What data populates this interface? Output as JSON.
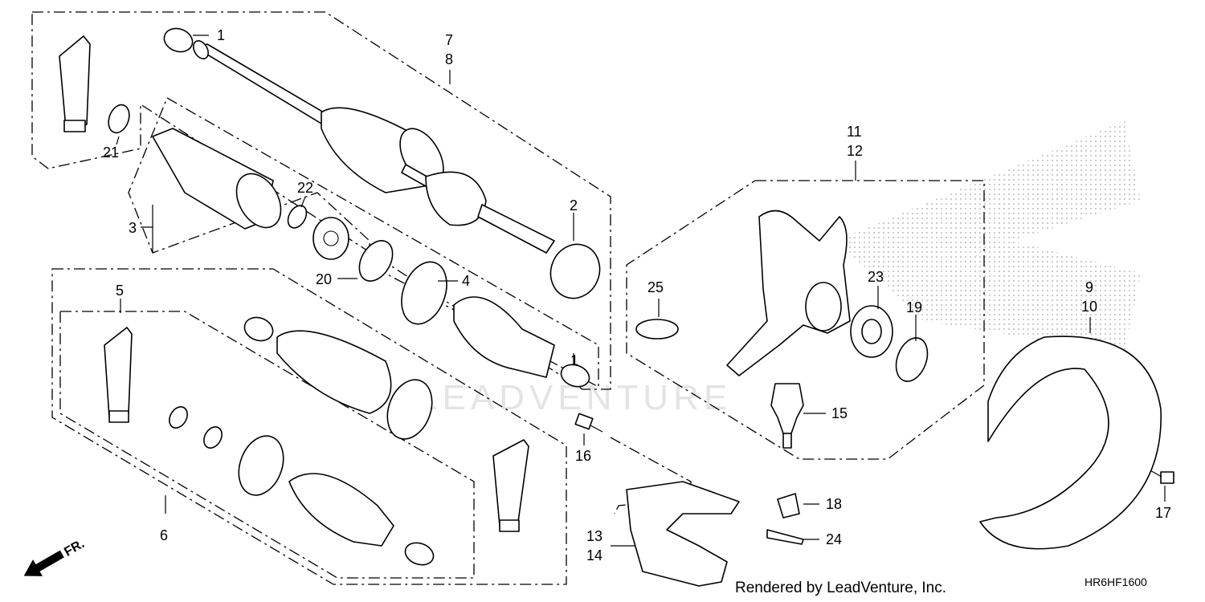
{
  "diagram": {
    "code": "HR6HF1600",
    "credit": "Rendered by LeadVenture, Inc.",
    "watermark": "LEADVENTURE",
    "direction_label": "FR.",
    "callouts": [
      {
        "id": "c1a",
        "text": "1"
      },
      {
        "id": "c1b",
        "text": "1"
      },
      {
        "id": "c2",
        "text": "2"
      },
      {
        "id": "c3",
        "text": "3"
      },
      {
        "id": "c4",
        "text": "4"
      },
      {
        "id": "c5",
        "text": "5"
      },
      {
        "id": "c6",
        "text": "6"
      },
      {
        "id": "c7",
        "text": "7"
      },
      {
        "id": "c8",
        "text": "8"
      },
      {
        "id": "c9",
        "text": "9"
      },
      {
        "id": "c10",
        "text": "10"
      },
      {
        "id": "c11",
        "text": "11"
      },
      {
        "id": "c12",
        "text": "12"
      },
      {
        "id": "c13",
        "text": "13"
      },
      {
        "id": "c14",
        "text": "14"
      },
      {
        "id": "c15",
        "text": "15"
      },
      {
        "id": "c16",
        "text": "16"
      },
      {
        "id": "c17",
        "text": "17"
      },
      {
        "id": "c18",
        "text": "18"
      },
      {
        "id": "c19",
        "text": "19"
      },
      {
        "id": "c20",
        "text": "20"
      },
      {
        "id": "c21",
        "text": "21"
      },
      {
        "id": "c22",
        "text": "22"
      },
      {
        "id": "c23",
        "text": "23"
      },
      {
        "id": "c24",
        "text": "24"
      },
      {
        "id": "c25",
        "text": "25"
      }
    ]
  }
}
